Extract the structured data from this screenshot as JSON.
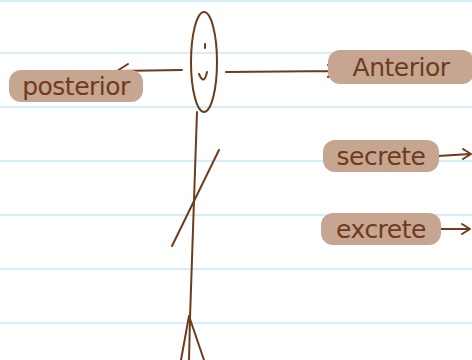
{
  "diagram": {
    "nodes": [
      {
        "text": [
          "posterior"
        ]
      },
      {
        "text": [
          "Anterior"
        ]
      },
      {
        "text": [
          "secrete"
        ]
      },
      {
        "text": [
          "excrete"
        ]
      }
    ]
  }
}
